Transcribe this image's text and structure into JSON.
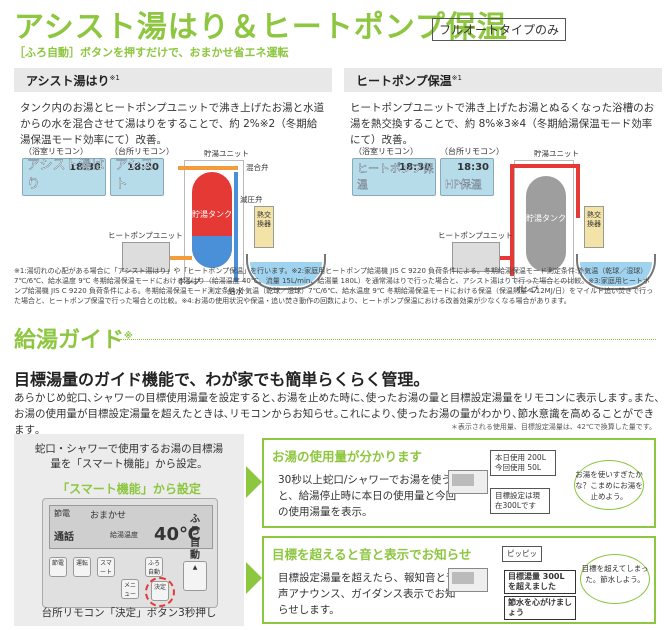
{
  "header": {
    "title": "アシスト湯はり＆ヒートポンプ保温",
    "tag": "フルオートタイプのみ",
    "subtitle": "［ふろ自動］ボタンを押すだけで、おまかせ省エネ運転"
  },
  "panels": [
    {
      "heading": "アシスト湯はり",
      "note_mark": "※1",
      "body": "タンク内のお湯とヒートポンプユニットで沸き上げたお湯と水道からの水を混合させて湯はりをすることで、約 2%※2（冬期給湯保温モード効率にて）改善。",
      "bath_remote_label": "（浴室リモコン）",
      "kitchen_remote_label": "（台所リモコン）",
      "bath_time": "18:30",
      "bath_mode": "アシスト湯はり",
      "kitchen_time": "18:30",
      "kitchen_mode": "アシスト",
      "tank_unit_label": "貯湯ユニット",
      "tank_label": "貯湯タンク",
      "mixing_valve": "混合弁",
      "reducing_valve": "減圧弁",
      "hx_label": "熱交換器",
      "heatpump_label": "ヒートポンプユニット",
      "pump_label": "ポンプ",
      "water_supply": "給水",
      "water_color": "#4a90d9",
      "tank_color": "#e53935"
    },
    {
      "heading": "ヒートポンプ保温",
      "note_mark": "※1",
      "body": "ヒートポンプユニットで沸き上げたお湯とぬるくなった浴槽のお湯を熱交換することで、約 8%※3※4（冬期給湯保温モード効率にて）改善。",
      "bath_remote_label": "（浴室リモコン）",
      "kitchen_remote_label": "（台所リモコン）",
      "bath_time": "18:30",
      "bath_mode": "ヒートポンプ保温",
      "kitchen_time": "18:30",
      "kitchen_mode": "HP保温",
      "tank_unit_label": "貯湯ユニット",
      "tank_label": "貯湯タンク",
      "hx_label": "熱交換器",
      "heatpump_label": "ヒートポンプユニット",
      "pump_label": "ポンプ",
      "tank_color": "#9e9e9e",
      "pipe_color": "#e53935"
    }
  ],
  "footnote": "※1:湯切れの心配がある場合に「アシスト湯はり」や「ヒートポンプ保温」を行います。※2:家庭用ヒートポンプ給湯機 JIS C 9220 負荷条件による。冬期給湯保温モード測定条件:外気温（乾球／湿球）7℃/6℃、給水温度 9℃ 冬期給湯保温モードにおける湯はり（給湯温度 40℃、流量 15L/min、給湯量 180L）を通常湯はりで行った場合と、アシスト湯はりで行った場合との比較。※3:家庭用ヒートポンプ給湯機 JIS C 9220 負荷条件による。冬期給湯保温モード測定条件:外気温（乾球／湿球）7℃/6℃、給水温度 9℃ 冬期給湯保温モードにおける保温（保温熱量 4.12MJ/日）をマイルド追い焚きで行った場合と、ヒートポンプ保温で行った場合との比較。※4:お湯の使用状況や保温・追い焚き動作の回数により、ヒートポンプ保温における改善効果が少なくなる場合があります。",
  "guide": {
    "title": "給湯ガイド",
    "title_mark": "※",
    "headline": "目標湯量のガイド機能で、わが家でも簡単らくらく管理。",
    "description": "あらかじめ蛇口､シャワーの目標使用湯量を設定すると､お湯を止めた時に､使ったお湯の量と目標設定湯量をリモコンに表示します｡また､お湯の使用量が目標設定湯量を超えたときは､リモコンからお知らせ｡これにより､使ったお湯の量がわかり､節水意識を高めることができます｡",
    "note": "＊表示される使用量、目標設定湯量は、42℃で換算した量です。"
  },
  "left_box": {
    "text": "蛇口・シャワーで使用するお湯の目標湯量を「スマート機能」から設定。",
    "highlight": "「スマート機能」から設定",
    "screen_mode": "節電",
    "screen_msg": "おまかせ",
    "screen_status": "通話",
    "screen_temp_label": "給湯温度",
    "screen_temp": "40℃",
    "screen_side": "ふろ自動",
    "buttons": [
      "節電",
      "運転",
      "スマート",
      "ふろ自動",
      "メニュー",
      "決定"
    ],
    "caption": "台所リモコン「決定」ボタン3秒押し"
  },
  "right_boxes": [
    {
      "title": "お湯の使用量が分かります",
      "text": "30秒以上蛇口/シャワーでお湯を使うと、給湯停止時に本日の使用量と今回の使用湯量を表示。",
      "bubble1": "本日使用 200L 今回使用 50L",
      "bubble2": "目標設定は現在300Lです",
      "cloud": "お湯を使いすぎたかな？こまめにお湯を止めよう。"
    },
    {
      "title": "目標を超えると音と表示でお知らせ",
      "text": "目標設定湯量を超えたら、報知音と音声アナウンス、ガイダンス表示でお知らせします。",
      "beep": "ピッピッ",
      "screen1": "目標湯量 300Lを超えました",
      "screen2": "節水を心がけましょう",
      "cloud": "目標を超えてしまった。節水しよう。"
    }
  ],
  "colors": {
    "accent": "#8dc63f"
  }
}
